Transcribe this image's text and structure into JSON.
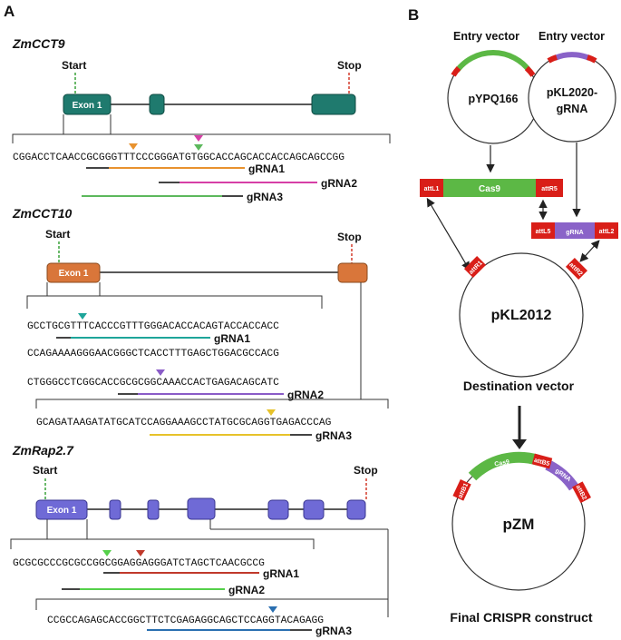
{
  "panels": {
    "a": "A",
    "b": "B"
  },
  "genes": [
    {
      "name": "ZmCCT9",
      "start": "Start",
      "stop": "Stop",
      "exon1": "Exon 1",
      "exon_color": "#1f7a6e",
      "sequences": [
        "CGGACCTCAACCGCGGGTTTCCCGGGATGTGGCACCAGCACCACCAGCAGCCGG"
      ],
      "grnas": [
        "gRNA1",
        "gRNA2",
        "gRNA3"
      ]
    },
    {
      "name": "ZmCCT10",
      "start": "Start",
      "stop": "Stop",
      "exon1": "Exon 1",
      "exon_color": "#d9763a",
      "sequences": [
        "GCCTGCGTTTCACCCGTTTGGGACACCACAGTACCACCACC",
        "CCAGAAAAGGGAACGGGCTCACCTTTGAGCTGGACGCCACG",
        "CTGGGCCTCGGCACCGCGCGGCAAACCACTGAGACAGCATC",
        "GCAGATAAGATATGCATCCAGGAAAGCCTATGCGCAGGTGAGACCCAG"
      ],
      "grnas": [
        "gRNA1",
        "gRNA2",
        "gRNA3"
      ]
    },
    {
      "name": "ZmRap2.7",
      "start": "Start",
      "stop": "Stop",
      "exon1": "Exon 1",
      "exon_color": "#6f6ad6",
      "sequences": [
        "GCGCGCCCGCGCCGGCGGAGGAGGGATCTAGCTCAACGCCG",
        "CCGCCAGAGCACCGGCTTCTCGAGAGGCAGCTCCAGGTACAGAGG"
      ],
      "grnas": [
        "gRNA1",
        "gRNA2",
        "gRNA3"
      ]
    }
  ],
  "vectors": {
    "entry_label_1": "Entry vector",
    "entry_label_2": "Entry vector",
    "pYPQ166": "pYPQ166",
    "pKL2020_line1": "pKL2020-",
    "pKL2020_line2": "gRNA",
    "attL1": "attL1",
    "cas9": "Cas9",
    "attR5": "attR5",
    "attL5": "attL5",
    "grna": "gRNA",
    "attL2": "attL2",
    "attR1": "attR1",
    "attR2": "attR2",
    "pKL2012": "pKL2012",
    "destination": "Destination vector",
    "attB1": "attB1",
    "attB5": "attB5",
    "attB2": "attB2",
    "pZM": "pZM",
    "final": "Final CRISPR construct"
  },
  "colors": {
    "orange": "#e8922e",
    "magenta": "#d63fa6",
    "green": "#5cb85c",
    "teal": "#1ea59a",
    "purple": "#8a5cc7",
    "yellow": "#e6c22a",
    "bright_green": "#55d04a",
    "red": "#c0392b",
    "blue": "#2a6fb0",
    "cas9_green": "#5cb845",
    "grna_purple": "#8a63c8",
    "att_red": "#d91e18"
  }
}
